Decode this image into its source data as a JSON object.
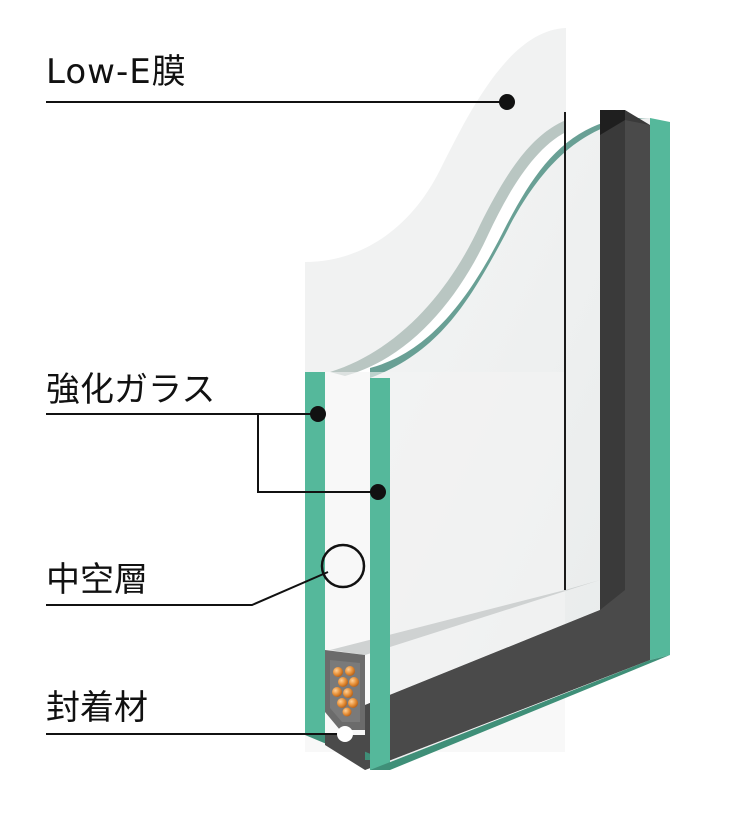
{
  "labels": {
    "low_e_film": "Low-E膜",
    "tempered_glass": "強化ガラス",
    "hollow_layer": "中空層",
    "sealant": "封着材"
  },
  "colors": {
    "glass_edge": "#55b89b",
    "glass_edge_dark": "#3f8f78",
    "spacer_frame": "#3a3a3a",
    "desiccant": "#e08a2e",
    "leader_line": "#111111"
  }
}
